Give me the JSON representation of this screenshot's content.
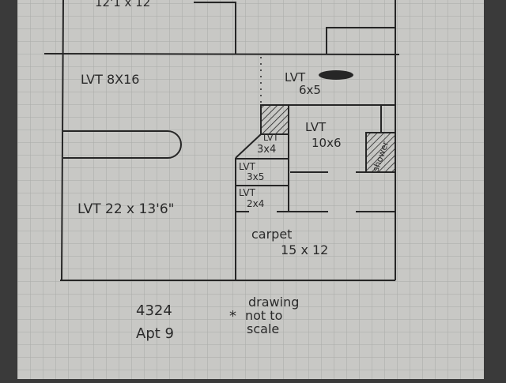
{
  "title_partial": "12'1 x 12",
  "rooms": [
    {
      "id": "hall",
      "label": "LVT  8X16"
    },
    {
      "id": "entry",
      "label": "LVT",
      "dims": "6x5"
    },
    {
      "id": "kitchen",
      "label": "LVT",
      "dims": "10x6"
    },
    {
      "id": "closet",
      "label": "LVT",
      "dims": "3x4"
    },
    {
      "id": "bath1",
      "label": "LVT",
      "dims": "3x5"
    },
    {
      "id": "bath2",
      "label": "LVT",
      "dims": "2x4"
    },
    {
      "id": "living",
      "label": "LVT  22 x 13'6\""
    },
    {
      "id": "bedroom",
      "label": "carpet",
      "dims": "15 x 12"
    },
    {
      "id": "shower",
      "label": "shower"
    }
  ],
  "address": {
    "number": "4324",
    "unit": "Apt 9"
  },
  "note": {
    "star": "*",
    "line1": "drawing",
    "line2": "not to",
    "line3": "scale"
  },
  "colors": {
    "paper": "#c8c8c5",
    "grid": "#a9aaa8",
    "ink": "#262626",
    "edge": "#3a3a3a"
  }
}
